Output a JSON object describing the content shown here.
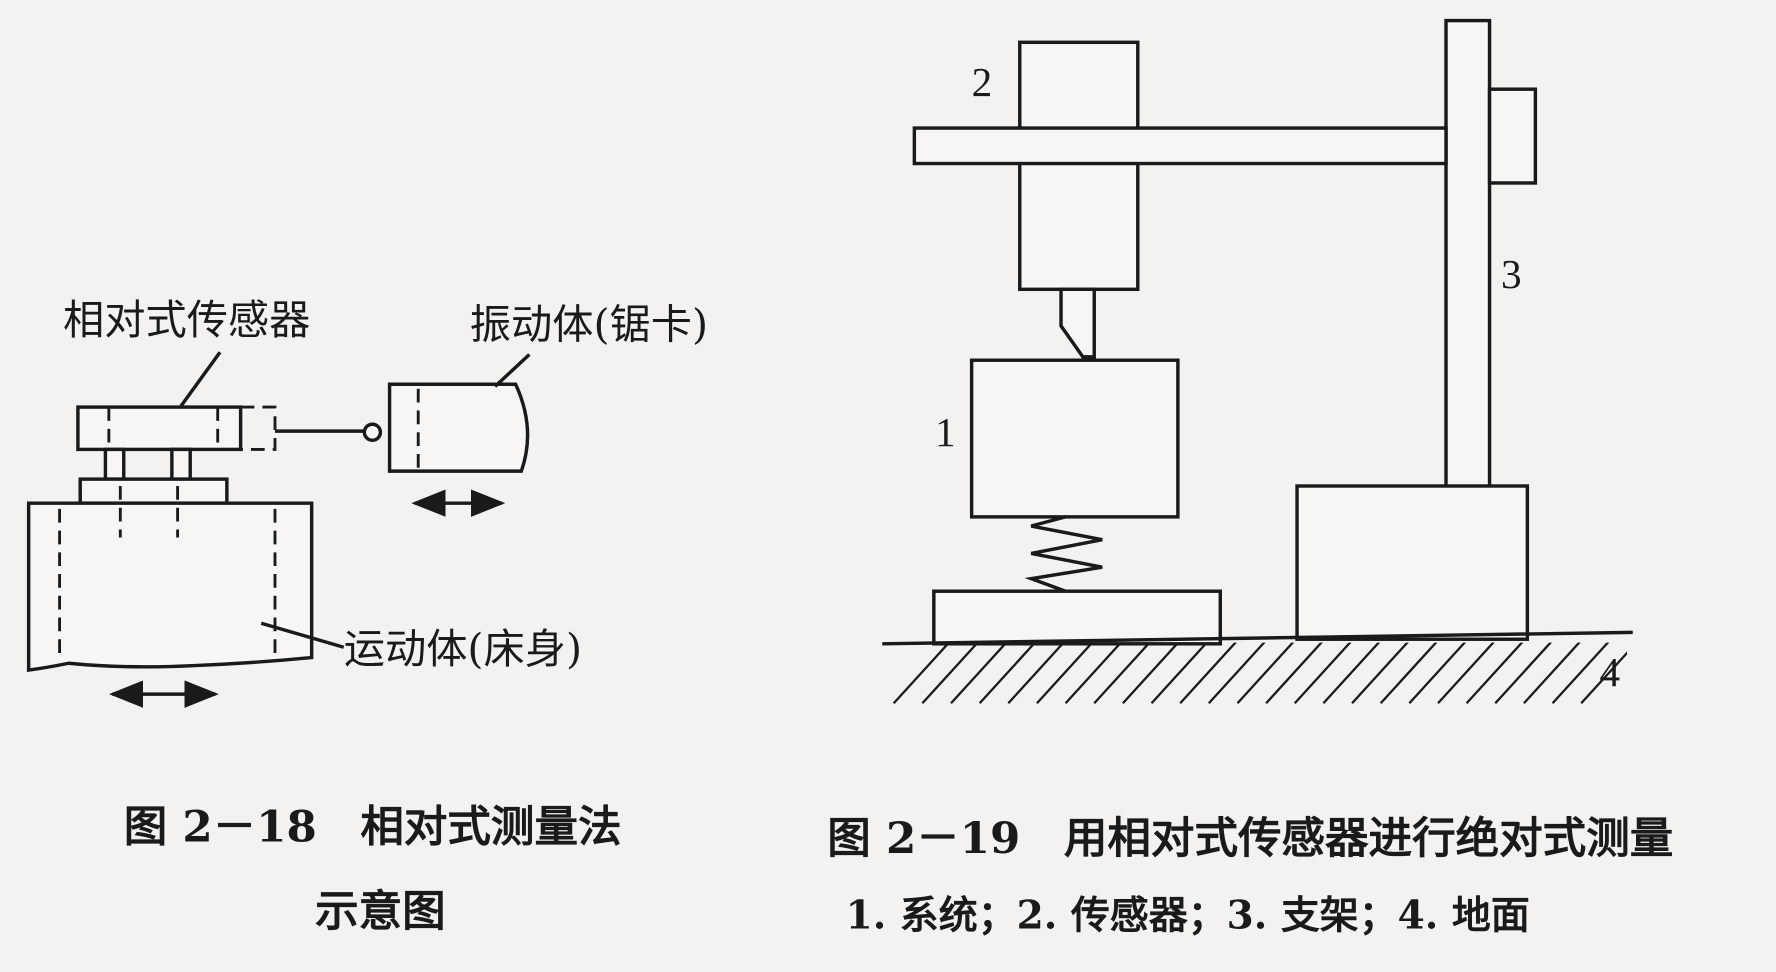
{
  "figure_2_18": {
    "label_sensor": "相对式传感器",
    "label_vibrating_body": "振动体(锯卡)",
    "label_moving_body": "运动体(床身)",
    "caption_line1": "图 2－18　相对式测量法",
    "caption_line2": "示意图"
  },
  "figure_2_19": {
    "part_1": "1",
    "part_2": "2",
    "part_3": "3",
    "part_4": "4",
    "caption": "图 2－19　用相对式传感器进行绝对式测量",
    "legend": "1. 系统；2. 传感器；3. 支架；4. 地面"
  }
}
